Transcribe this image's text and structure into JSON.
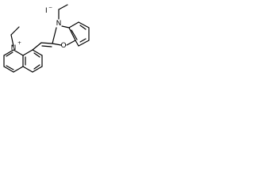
{
  "structure": {
    "counterion": {
      "symbol": "I",
      "charge": "−"
    },
    "quinolinium_nitrogen": {
      "symbol": "N",
      "charge": "+"
    },
    "benzoxazole_nitrogen": {
      "symbol": "N"
    },
    "benzoxazole_oxygen": {
      "symbol": "O"
    }
  }
}
